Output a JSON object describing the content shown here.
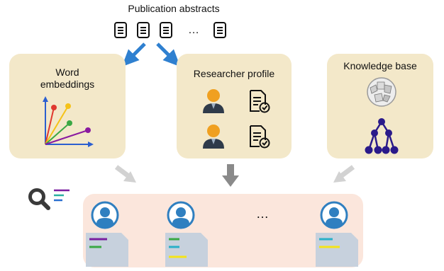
{
  "top": {
    "title": "Publication abstracts",
    "ellipsis": "…"
  },
  "cards": {
    "word": {
      "title": "Word\nembeddings"
    },
    "profile": {
      "title": "Researcher profile"
    },
    "kb": {
      "title": "Knowledge base"
    }
  },
  "results": {
    "ellipsis": "…"
  },
  "colors": {
    "card_fill": "#f3e8c9",
    "results_fill": "#fbe6dc",
    "arrow_blue": "#2f80d0",
    "arrow_grey": "#cfcfcf",
    "arrow_dark": "#8a8a8a",
    "person_blue": "#2f7fc0",
    "profile_person": "#f0a020",
    "tree_purple": "#2a1a8a"
  }
}
